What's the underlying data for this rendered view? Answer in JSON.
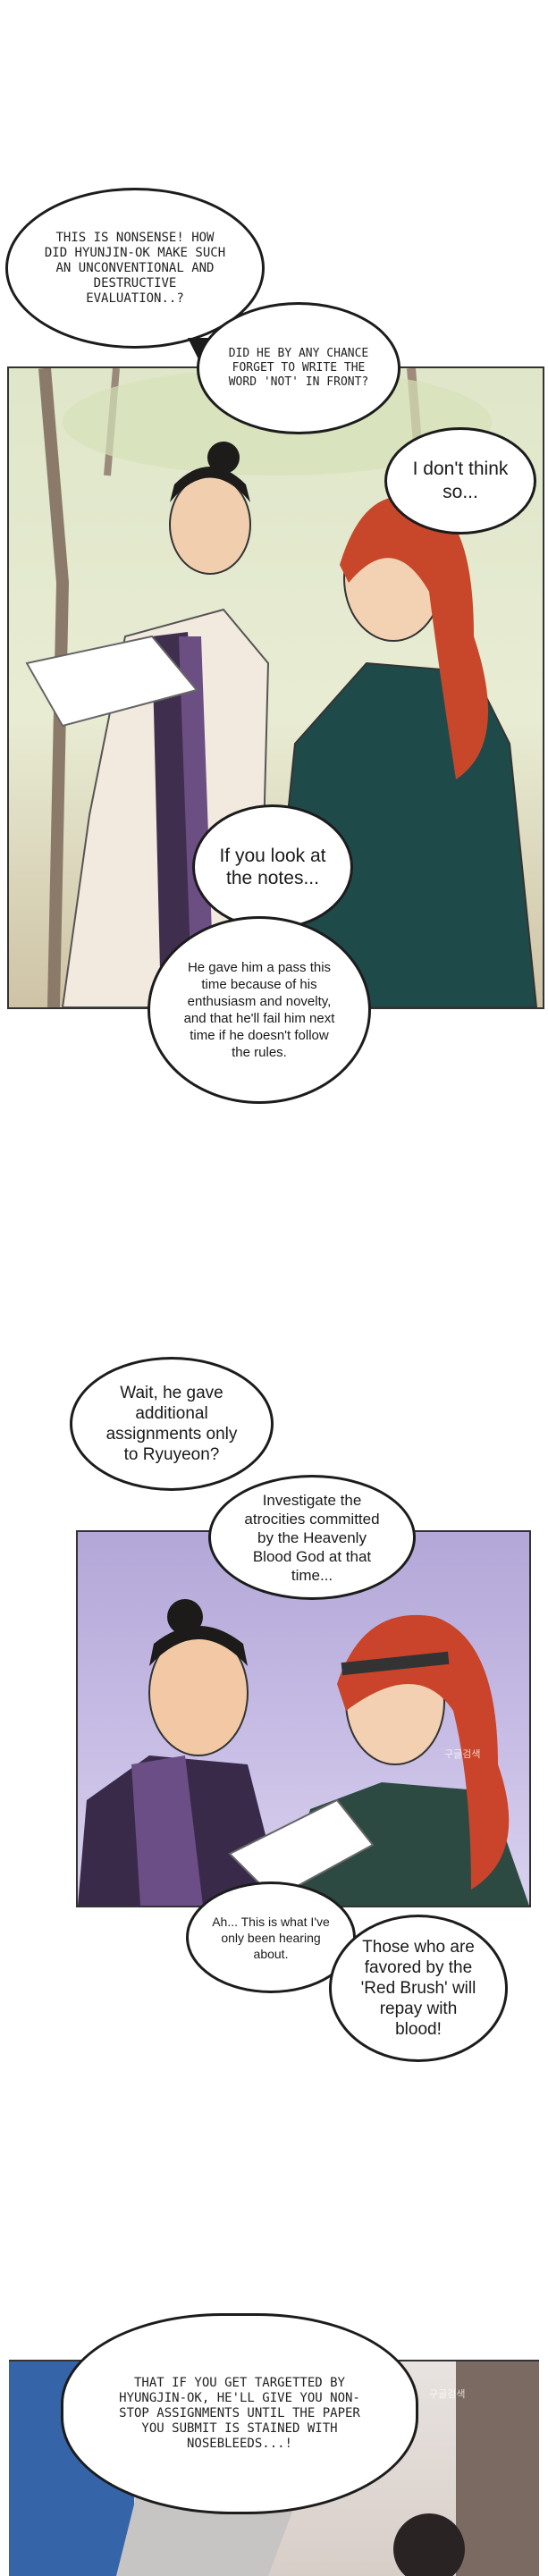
{
  "bubbles": {
    "b1": "THIS IS NONSENSE! HOW DID HYUNJIN-OK MAKE SUCH AN UNCONVENTIONAL AND DESTRUCTIVE EVALUATION..?",
    "b2": "DID HE BY ANY CHANCE FORGET TO WRITE THE WORD 'NOT' IN FRONT?",
    "b3": "I don't think so...",
    "b4": "If you look at the notes...",
    "b5": "He gave him a pass this time because of his enthusiasm and novelty, and that he'll fail him next time if he doesn't follow the rules.",
    "b6": "Wait, he gave additional assignments only to Ryuyeon?",
    "b7": "Investigate the atrocities committed by the Heavenly Blood God at that time...",
    "b8": "Ah... This is what I've only been hearing about.",
    "b9": "Those who are favored by the 'Red Brush' will repay with blood!",
    "b10": "THAT IF YOU GET TARGETTED BY HYUNGJIN-OK, HE'LL GIVE YOU NON-STOP ASSIGNMENTS UNTIL THE PAPER YOU SUBMIT IS STAINED WITH NOSEBLEEDS...!"
  },
  "watermarks": {
    "w1": "구글검색",
    "w2": "구글검색"
  }
}
